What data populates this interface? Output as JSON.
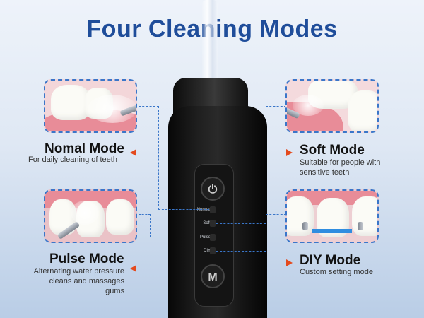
{
  "title": "Four Cleaning Modes",
  "modes": {
    "normal": {
      "title": "Nomal Mode",
      "desc": "For daily cleaning of teeth"
    },
    "soft": {
      "title": "Soft Mode",
      "desc_line1": "Suitable for people with",
      "desc_line2": "sensitive teeth"
    },
    "pulse": {
      "title": "Pulse Mode",
      "desc_line1": "Alternating water pressure",
      "desc_line2": "cleans and massages",
      "desc_line3": "gums"
    },
    "diy": {
      "title": "DIY Mode",
      "desc": "Custom setting mode"
    }
  },
  "device": {
    "power_symbol": "⏻",
    "mode_button_label": "M",
    "led_labels": [
      "Normal",
      "Soft",
      "Pulse",
      "DIY"
    ]
  },
  "colors": {
    "title": "#1f4d9a",
    "accent_arrow": "#e44a1d",
    "dashed_line": "#3a76c9"
  }
}
